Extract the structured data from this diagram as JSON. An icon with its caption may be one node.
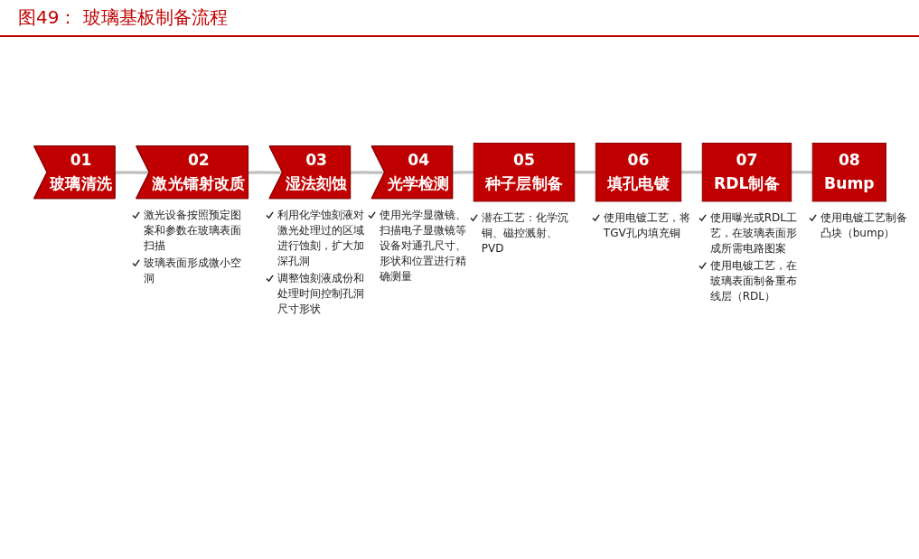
{
  "diagram": {
    "title": "图49： 玻璃基板制备流程",
    "nodes": [
      {
        "text": [
          "01",
          "玻璃清洗"
        ]
      },
      {
        "text": [
          "02",
          "激光镭射改质"
        ],
        "beside": [
          "激光设备按照预定图案和参数在玻璃表面扫描",
          "玻璃表面形成微小空洞"
        ]
      },
      {
        "text": [
          "03",
          "湿法刻蚀"
        ],
        "beside": [
          "利用化学蚀刻液对激光处理过的区域进行蚀刻，扩大加深孔洞",
          "调整蚀刻液成份和处理时间控制孔洞尺寸形状"
        ]
      },
      {
        "text": [
          "04",
          "光学检测"
        ],
        "beside": [
          "使用光学显微镜、扫描电子显微镜等设备对通孔尺寸、形状和位置进行精确测量"
        ]
      },
      {
        "text": [
          "05",
          "种子层制备"
        ],
        "beside": [
          "潜在工艺：化学沉铜、磁控溅射、PVD"
        ]
      },
      {
        "text": [
          "06",
          "填孔电镀"
        ],
        "beside": [
          "使用电镀工艺，将TGV孔内填充铜"
        ]
      },
      {
        "text": [
          "07",
          "RDL制备"
        ],
        "beside": [
          "使用曝光或RDL工艺，在玻璃表面形成所需电路图案",
          "使用电镀工艺，在玻璃表面制备重布线层（RDL）"
        ]
      },
      {
        "text": [
          "08",
          "Bump"
        ],
        "beside": [
          "使用电镀工艺制备凸块（bump）"
        ]
      }
    ],
    "edges": [
      {
        "from": 0,
        "to": 1,
        "arrow": "none"
      },
      {
        "from": 1,
        "to": 2,
        "arrow": "none"
      },
      {
        "from": 2,
        "to": 3,
        "arrow": "none"
      },
      {
        "from": 3,
        "to": 4,
        "arrow": "none"
      },
      {
        "from": 4,
        "to": 5,
        "arrow": "none"
      },
      {
        "from": 5,
        "to": 6,
        "arrow": "none"
      },
      {
        "from": 6,
        "to": 7,
        "arrow": "none"
      }
    ]
  }
}
